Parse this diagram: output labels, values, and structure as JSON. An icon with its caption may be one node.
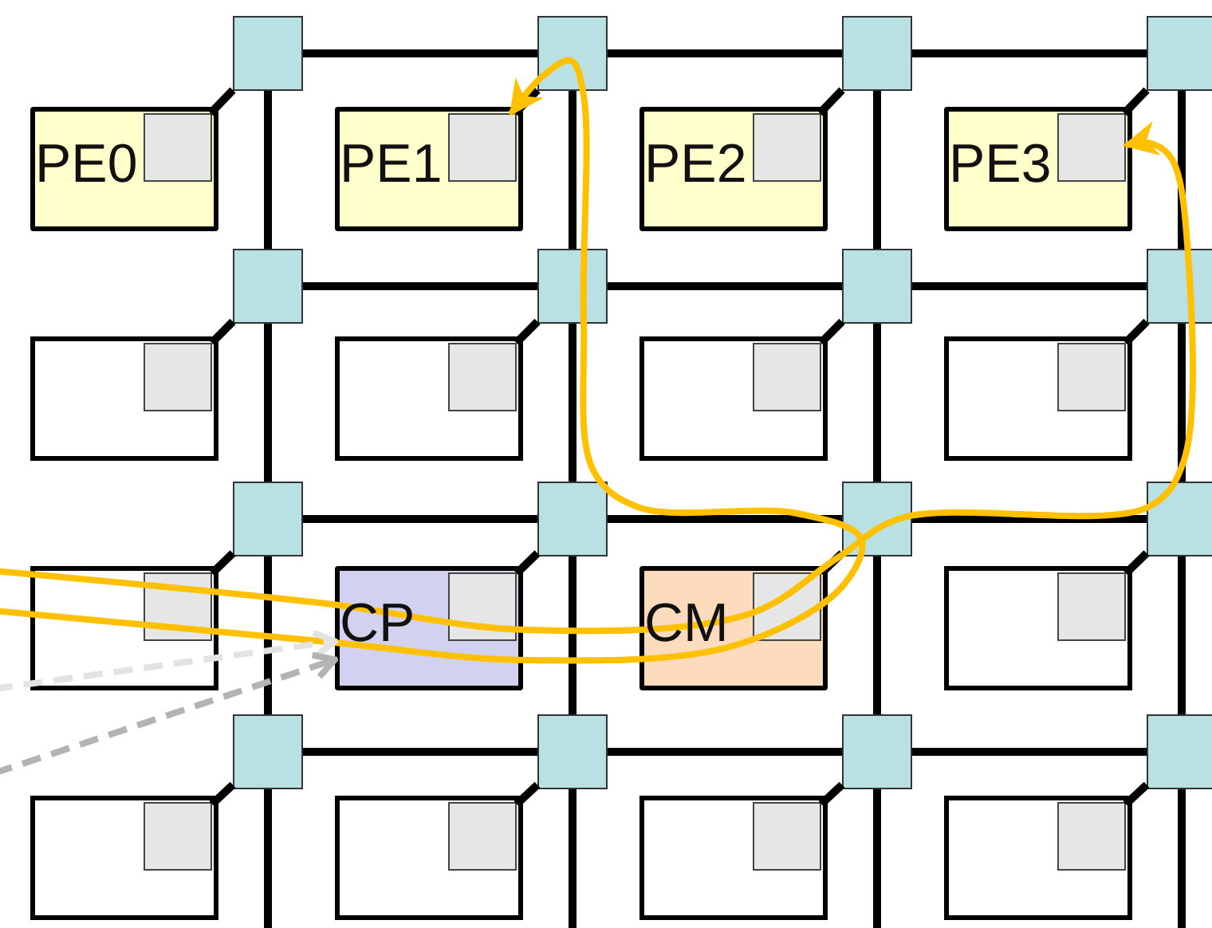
{
  "diagram": {
    "nodes": [
      {
        "text": [],
        "shape": "box"
      },
      {
        "text": [],
        "shape": "box"
      },
      {
        "text": [],
        "shape": "box"
      },
      {
        "text": [],
        "shape": "box"
      },
      {
        "text": [
          "PE0"
        ]
      },
      {
        "text": [],
        "shape": "box",
        "in": 4
      },
      {
        "text": [
          "PE1"
        ]
      },
      {
        "text": [],
        "shape": "box",
        "in": 6
      },
      {
        "text": [
          "PE2"
        ]
      },
      {
        "text": [],
        "shape": "box",
        "in": 8
      },
      {
        "text": [
          "PE3"
        ]
      },
      {
        "text": [],
        "shape": "box",
        "in": 10
      },
      {
        "text": [],
        "shape": "box"
      },
      {
        "text": [],
        "shape": "box"
      },
      {
        "text": [],
        "shape": "box"
      },
      {
        "text": [],
        "shape": "box"
      },
      {
        "text": [],
        "shape": "box"
      },
      {
        "text": [],
        "shape": "box",
        "in": 16
      },
      {
        "text": [],
        "shape": "box"
      },
      {
        "text": [],
        "shape": "box",
        "in": 18
      },
      {
        "text": [],
        "shape": "box"
      },
      {
        "text": [],
        "shape": "box",
        "in": 20
      },
      {
        "text": [],
        "shape": "box"
      },
      {
        "text": [],
        "shape": "box",
        "in": 22
      },
      {
        "text": [],
        "shape": "box"
      },
      {
        "text": [],
        "shape": "box"
      },
      {
        "text": [],
        "shape": "box"
      },
      {
        "text": [],
        "shape": "box"
      },
      {
        "text": [],
        "shape": "box"
      },
      {
        "text": [],
        "shape": "box",
        "in": 28
      },
      {
        "text": [
          "CP"
        ]
      },
      {
        "text": [],
        "shape": "box",
        "in": 30
      },
      {
        "text": [
          "CM"
        ]
      },
      {
        "text": [],
        "shape": "box",
        "in": 32
      },
      {
        "text": [],
        "shape": "box"
      },
      {
        "text": [],
        "shape": "box",
        "in": 34
      },
      {
        "text": [],
        "shape": "box"
      },
      {
        "text": [],
        "shape": "box"
      },
      {
        "text": [],
        "shape": "box"
      },
      {
        "text": [],
        "shape": "box"
      },
      {
        "text": [],
        "shape": "box"
      },
      {
        "text": [],
        "shape": "box",
        "in": 40
      },
      {
        "text": [],
        "shape": "box"
      },
      {
        "text": [],
        "shape": "box",
        "in": 42
      },
      {
        "text": [],
        "shape": "box"
      },
      {
        "text": [],
        "shape": "box",
        "in": 44
      },
      {
        "text": [],
        "shape": "box"
      },
      {
        "text": [],
        "shape": "box",
        "in": 46
      }
    ],
    "edges": [
      {
        "from": 0,
        "to": 1,
        "arrow": "none"
      },
      {
        "from": 1,
        "to": 2,
        "arrow": "none"
      },
      {
        "from": 2,
        "to": 3,
        "arrow": "none"
      },
      {
        "from": 12,
        "to": 13,
        "arrow": "none"
      },
      {
        "from": 13,
        "to": 14,
        "arrow": "none"
      },
      {
        "from": 14,
        "to": 15,
        "arrow": "none"
      },
      {
        "from": 24,
        "to": 25,
        "arrow": "none"
      },
      {
        "from": 25,
        "to": 26,
        "arrow": "none"
      },
      {
        "from": 26,
        "to": 27,
        "arrow": "none"
      },
      {
        "from": 36,
        "to": 37,
        "arrow": "none"
      },
      {
        "from": 37,
        "to": 38,
        "arrow": "none"
      },
      {
        "from": 38,
        "to": 39,
        "arrow": "none"
      },
      {
        "from": 0,
        "to": 12,
        "arrow": "none"
      },
      {
        "from": 12,
        "to": 24,
        "arrow": "none"
      },
      {
        "from": 24,
        "to": 36,
        "arrow": "none"
      },
      {
        "from": 1,
        "to": 13,
        "arrow": "none"
      },
      {
        "from": 13,
        "to": 25,
        "arrow": "none"
      },
      {
        "from": 25,
        "to": 37,
        "arrow": "none"
      },
      {
        "from": 2,
        "to": 14,
        "arrow": "none"
      },
      {
        "from": 14,
        "to": 26,
        "arrow": "none"
      },
      {
        "from": 26,
        "to": 38,
        "arrow": "none"
      },
      {
        "from": 3,
        "to": 15,
        "arrow": "none"
      },
      {
        "from": 15,
        "to": 27,
        "arrow": "none"
      },
      {
        "from": 27,
        "to": 39,
        "arrow": "none"
      },
      {
        "from": 5,
        "to": 0,
        "arrow": "none"
      },
      {
        "from": 7,
        "to": 1,
        "arrow": "none"
      },
      {
        "from": 9,
        "to": 2,
        "arrow": "none"
      },
      {
        "from": 11,
        "to": 3,
        "arrow": "none"
      },
      {
        "from": 17,
        "to": 12,
        "arrow": "none"
      },
      {
        "from": 19,
        "to": 13,
        "arrow": "none"
      },
      {
        "from": 21,
        "to": 14,
        "arrow": "none"
      },
      {
        "from": 23,
        "to": 15,
        "arrow": "none"
      },
      {
        "from": 29,
        "to": 24,
        "arrow": "none"
      },
      {
        "from": 31,
        "to": 25,
        "arrow": "none"
      },
      {
        "from": 33,
        "to": 26,
        "arrow": "none"
      },
      {
        "from": 35,
        "to": 27,
        "arrow": "none"
      },
      {
        "from": 41,
        "to": 36,
        "arrow": "none"
      },
      {
        "from": 43,
        "to": 37,
        "arrow": "none"
      },
      {
        "from": 45,
        "to": 38,
        "arrow": "none"
      },
      {
        "from": 47,
        "to": 39,
        "arrow": "none"
      },
      {
        "from": 36,
        "to": null,
        "arrow": "none"
      },
      {
        "from": 37,
        "to": null,
        "arrow": "none"
      },
      {
        "from": 38,
        "to": null,
        "arrow": "none"
      },
      {
        "from": 39,
        "to": null,
        "arrow": "none"
      },
      {
        "from": null,
        "to": 7,
        "arrow": "to",
        "color": "#ffc000"
      },
      {
        "from": null,
        "to": 11,
        "arrow": "to",
        "color": "#ffc000"
      },
      {
        "from": null,
        "to": 30,
        "arrow": "to",
        "style": "dashed",
        "color": "#e3e3e3"
      },
      {
        "from": null,
        "to": 30,
        "arrow": "to",
        "style": "dashed",
        "color": "#b3b3b3"
      }
    ]
  }
}
